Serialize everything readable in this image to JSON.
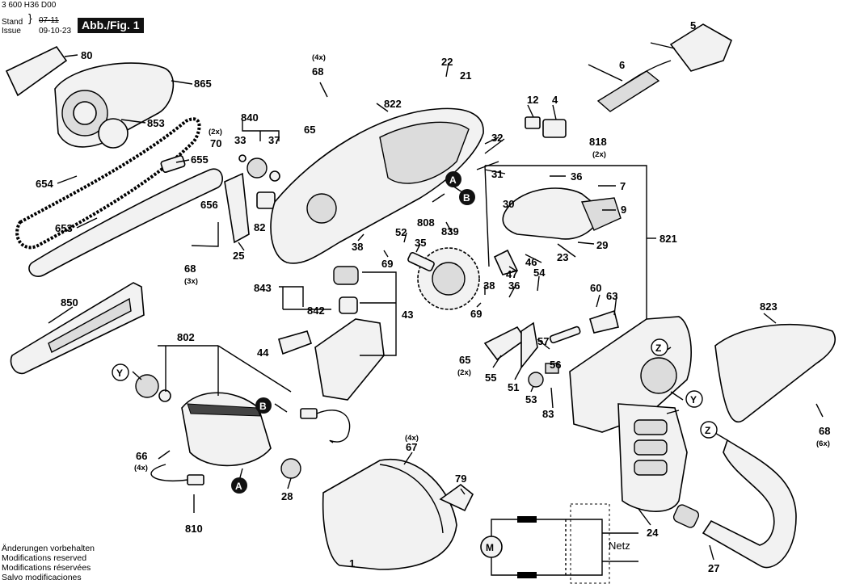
{
  "header": {
    "doc_number": "3 600 H36 D00",
    "stand_label": "Stand",
    "stand_date": "07-11",
    "issue_label": "Issue",
    "issue_date": "09-10-23",
    "figure_label": "Abb./Fig. 1"
  },
  "notes": [
    "Änderungen vorbehalten",
    "Modifications reserved",
    "Modifications réservées",
    "Salvo modificaciones"
  ],
  "part_numbers": {
    "p80": "80",
    "p865": "865",
    "p853": "853",
    "p654": "654",
    "p655": "655",
    "p653": "653",
    "p70": "70",
    "p840": "840",
    "p33": "33",
    "p37": "37",
    "p656": "656",
    "p82": "82",
    "p25": "25",
    "p68a": "68",
    "p68b": "68",
    "p68c": "68",
    "p65a": "65",
    "p65b": "65",
    "p822": "822",
    "p22": "22",
    "p21": "21",
    "p12": "12",
    "p4": "4",
    "p5": "5",
    "p6": "6",
    "p818": "818",
    "p32": "32",
    "p31": "31",
    "p808": "808",
    "p36a": "36",
    "p36b": "36",
    "p7": "7",
    "p30": "30",
    "p9": "9",
    "p821": "821",
    "p29": "29",
    "p23": "23",
    "p46": "46",
    "p47": "47",
    "p54": "54",
    "p839": "839",
    "p52": "52",
    "p35": "35",
    "p38a": "38",
    "p38b": "38",
    "p69a": "69",
    "p69b": "69",
    "p843": "843",
    "p842": "842",
    "p43": "43",
    "p44": "44",
    "p850": "850",
    "p802": "802",
    "p66": "66",
    "p810": "810",
    "p28": "28",
    "p67": "67",
    "p79": "79",
    "p1": "1",
    "p60": "60",
    "p63": "63",
    "p823": "823",
    "p57": "57",
    "p55": "55",
    "p51": "51",
    "p53": "53",
    "p56": "56",
    "p83": "83",
    "p24": "24",
    "p27": "27"
  },
  "quantities": {
    "q68a": "(4x)",
    "q70": "(2x)",
    "q68b": "(3x)",
    "q818": "(2x)",
    "q66": "(4x)",
    "q67": "(4x)",
    "q65": "(2x)",
    "q68c": "(6x)"
  },
  "markers": {
    "a1": "A",
    "b1": "B",
    "a2": "A",
    "b2": "B",
    "y1": "Y",
    "y2": "Y",
    "z1": "Z",
    "z2": "Z"
  },
  "schematic": {
    "mains_label": "Netz"
  }
}
